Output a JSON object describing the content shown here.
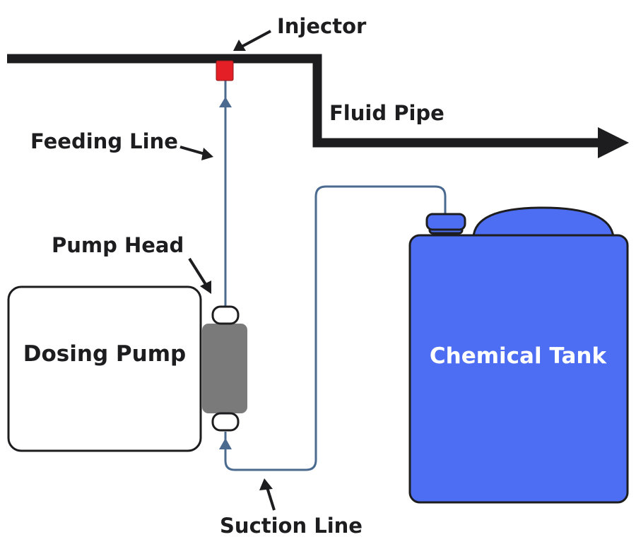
{
  "labels": {
    "injector": "Injector",
    "fluid_pipe": "Fluid Pipe",
    "feeding_line": "Feeding Line",
    "pump_head": "Pump Head",
    "dosing_pump": "Dosing Pump",
    "chemical_tank": "Chemical Tank",
    "suction_line": "Suction Line"
  },
  "colors": {
    "pipe": "#1d1d1f",
    "line": "#4a6a90",
    "injector": "#e41f26",
    "tank": "#4d6ef2",
    "pump_head": "#7a7a7a",
    "tank_text": "#ffffff"
  }
}
